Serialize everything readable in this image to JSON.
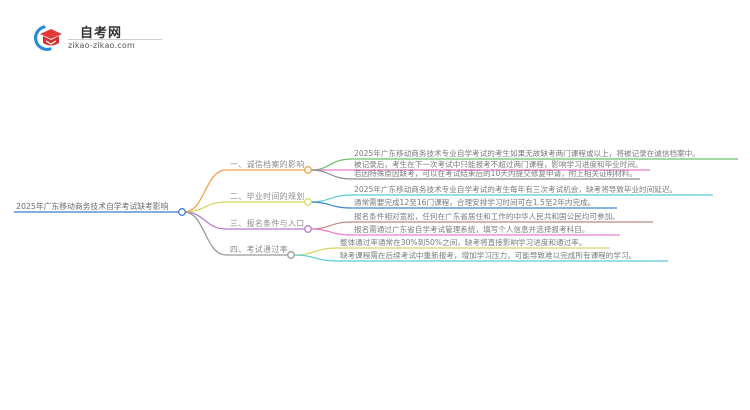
{
  "logo": {
    "title": "自考网",
    "url": "zikao-zikao.com",
    "colors": {
      "ring": "#2a8ad8",
      "cap": "#e03a3a"
    }
  },
  "root": {
    "label": "2025年广东移动商务技术自学考试缺考影响",
    "color": "#3d7cc9"
  },
  "branches": [
    {
      "label": "一、诚信档案的影响",
      "color": "#f5a04a",
      "leaves": [
        {
          "text": "2025年广东移动商务技术专业自学考试的考生如果无故缺考两门课程或以上，将被记录在诚信档案中。",
          "color": "#6cc06a"
        },
        {
          "text": "被记录后，考生在下一次考试中只能报考不超过两门课程，影响学习进度和毕业时间。",
          "color": "#e77bd0"
        },
        {
          "text": "若因特殊原因缺考，可以在考试结束后的10天内提交修复申请，附上相关证明材料。",
          "color": "#8c8c8c"
        }
      ]
    },
    {
      "label": "二、毕业时间的规划",
      "color": "#d8d860",
      "leaves": [
        {
          "text": "2025年广东移动商务技术专业自学考试的考生每年有三次考试机会，缺考将导致毕业时间延迟。",
          "color": "#5ccbd8"
        },
        {
          "text": "通常需要完成12至16门课程，合理安排学习时间可在1.5至2年内完成。",
          "color": "#3f86c8"
        }
      ]
    },
    {
      "label": "三、报名条件与入口",
      "color": "#b27ad8",
      "leaves": [
        {
          "text": "报名条件相对宽松，任何在广东省居住和工作的中华人民共和国公民均可参加。",
          "color": "#b58a82"
        },
        {
          "text": "报名需通过广东省自学考试管理系统，填写个人信息并选择报考科目。",
          "color": "#ec7fcf"
        }
      ]
    },
    {
      "label": "四、考试通过率",
      "color": "#9a9a9a",
      "leaves": [
        {
          "text": "整体通过率通常在30%到50%之间，缺考将直接影响学习进度和通过率。",
          "color": "#d8d860"
        },
        {
          "text": "缺考课程需在后续考试中重新报考，增加学习压力，可能导致难以完成所有课程的学习。",
          "color": "#5ccbd8"
        }
      ]
    }
  ]
}
